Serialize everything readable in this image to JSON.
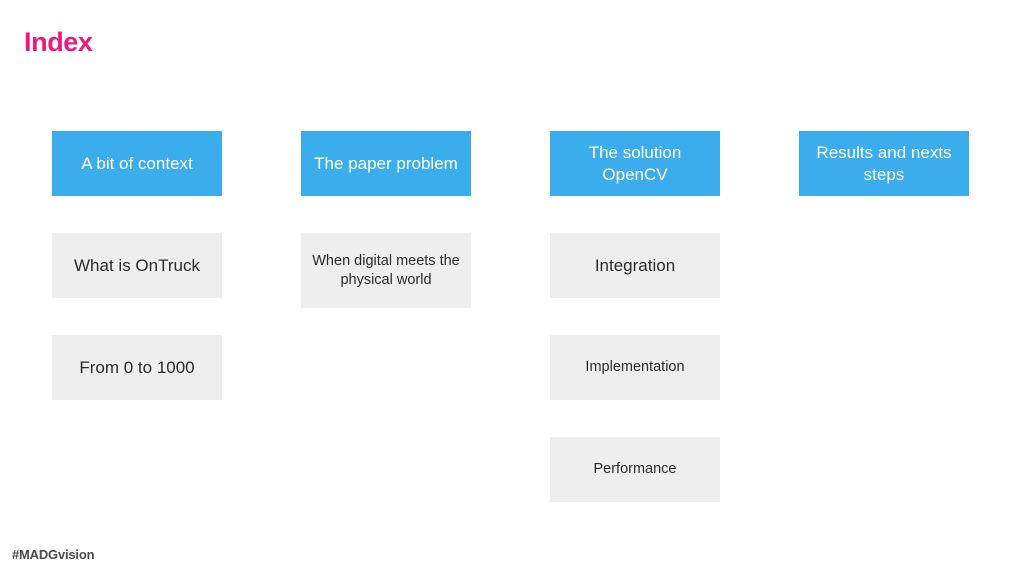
{
  "slide": {
    "title": "Index",
    "footer_hashtag": "#MADGvision",
    "colors": {
      "title_accent": "#EC1A79",
      "header_blue": "#3BACEC",
      "item_gray": "#EEEEEE",
      "item_text": "#2B2B2B",
      "footer_text": "#4A4A4A",
      "background": "#FFFFFF"
    }
  },
  "columns": [
    {
      "header": "A bit of context",
      "items": [
        "What is OnTruck",
        "From 0 to 1000"
      ]
    },
    {
      "header": "The paper problem",
      "items": [
        "When digital meets the physical world"
      ]
    },
    {
      "header": "The solution OpenCV",
      "items": [
        "Integration",
        "Implementation",
        "Performance"
      ]
    },
    {
      "header": "Results and nexts steps",
      "items": []
    }
  ]
}
